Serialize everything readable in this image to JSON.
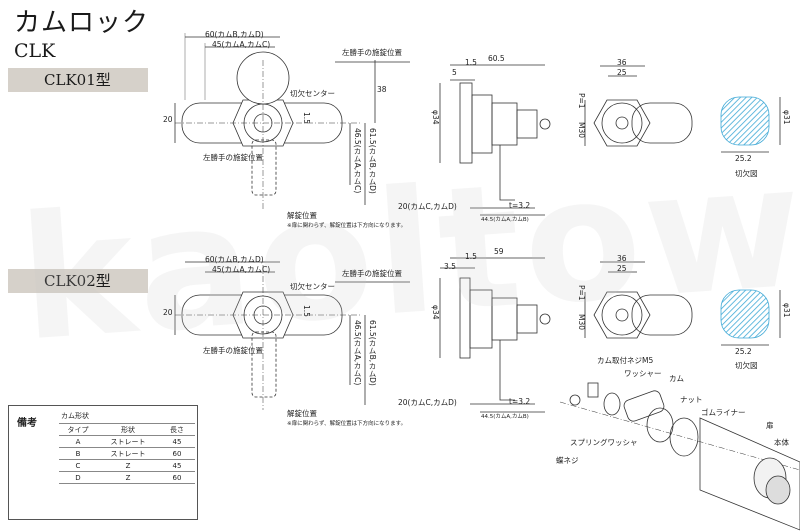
{
  "title": "カムロック",
  "subtitle": "CLK",
  "model1": "CLK01型",
  "model2": "CLK02型",
  "dims1": {
    "d60": "60(カムB,カムD)",
    "d45": "45(カムA,カムC)",
    "left_lock": "左勝手の施錠位置",
    "notch_center": "切欠センター",
    "left_unlock": "左勝手の施錠位置",
    "d38": "38",
    "d20": "20",
    "d15": "1.5",
    "d465": "46.5(カムA,カムC)",
    "d615": "61.5(カムB,カムD)",
    "unlock_pos": "解錠位置",
    "note": "※扉に関わらず、解錠位置は下方向になります。",
    "side_605": "60.5",
    "side_5": "5",
    "side_15": "1.5",
    "side_34": "φ34",
    "side_20": "20(カムC,カムD)",
    "side_t": "t=3.2",
    "side_445": "44.5(カムA,カムB)",
    "front_36": "36",
    "front_25": "25",
    "front_p1": "P=1",
    "front_m30": "M30",
    "notch_31": "φ31",
    "notch_252": "25.2",
    "notch_fig": "切欠図"
  },
  "dims2": {
    "d60": "60(カムB,カムD)",
    "d45": "45(カムA,カムC)",
    "left_lock": "左勝手の施錠位置",
    "notch_center": "切欠センター",
    "left_unlock": "左勝手の施錠位置",
    "d20": "20",
    "d15": "1.5",
    "d465": "46.5(カムA,カムC)",
    "d615": "61.5(カムB,カムD)",
    "unlock_pos": "解錠位置",
    "note": "※扉に関わらず、解錠位置は下方向になります。",
    "side_59": "59",
    "side_35": "3.5",
    "side_15": "1.5",
    "side_34": "φ34",
    "side_20": "20(カムC,カムD)",
    "side_t": "t=3.2",
    "side_445": "44.5(カムA,カムB)",
    "front_36": "36",
    "front_25": "25",
    "front_p1": "P=1",
    "front_m30": "M30",
    "notch_31": "φ31",
    "notch_252": "25.2",
    "notch_fig": "切欠図"
  },
  "exploded": {
    "screw_m5": "カム取付ネジM5",
    "washer": "ワッシャー",
    "cam": "カム",
    "nut": "ナット",
    "rubber": "ゴムライナー",
    "door": "扉",
    "body": "本体",
    "spring_washer": "スプリングワッシャ",
    "wing_screw": "蝶ネジ"
  },
  "remarks": {
    "heading": "備考",
    "table_title": "カム形状",
    "headers": [
      "タイプ",
      "形状",
      "長さ"
    ],
    "rows": [
      [
        "A",
        "ストレート",
        "45"
      ],
      [
        "B",
        "ストレート",
        "60"
      ],
      [
        "C",
        "Z",
        "45"
      ],
      [
        "D",
        "Z",
        "60"
      ]
    ]
  },
  "watermark": "kaoltown",
  "colors": {
    "hatch": "#3fa9d6",
    "tag_bg": "#d6d1ca"
  }
}
